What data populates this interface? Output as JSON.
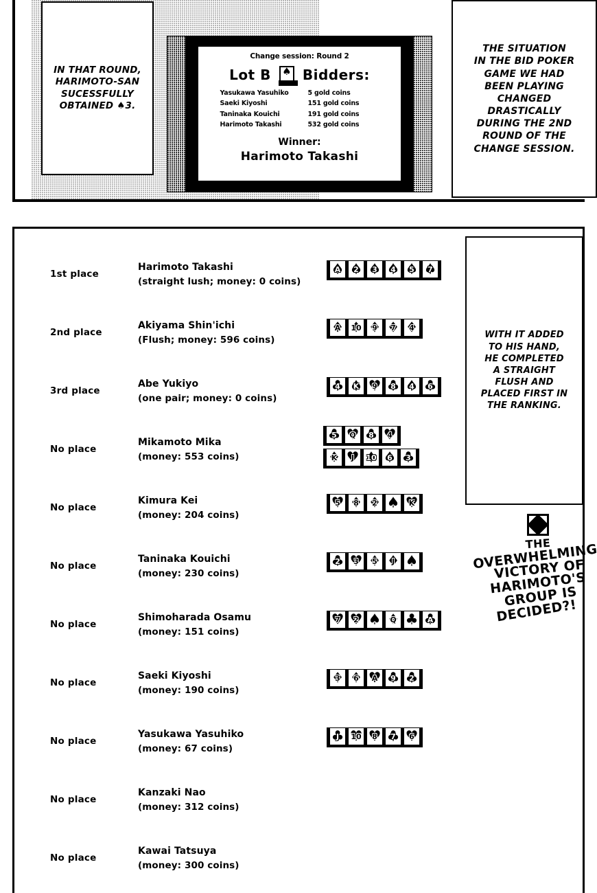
{
  "top_panel": {
    "caption_left": "IN THAT ROUND,\nHARIMOTO-SAN\nSUCESSFULLY\nOBTAINED ♠3.",
    "caption_right": "THE SITUATION\nIN THE BID POKER\nGAME WE HAD\nBEEN PLAYING\nCHANGED\nDRASTICALLY\nDURING THE 2ND\nROUND OF THE\nCHANGE SESSION.",
    "screen": {
      "header": "Change session: Round 2",
      "lot_label": "Lot B",
      "lot_card_suit": "♠",
      "bidders_label": "Bidders:",
      "bidders": [
        {
          "name": "Yasukawa Yasuhiko",
          "amount": "5 gold coins"
        },
        {
          "name": "Saeki Kiyoshi",
          "amount": "151 gold coins"
        },
        {
          "name": "Taninaka Kouichi",
          "amount": "191 gold coins"
        },
        {
          "name": "Harimoto Takashi",
          "amount": "532 gold coins"
        }
      ],
      "winner_label": "Winner:",
      "winner_name": "Harimoto Takashi"
    }
  },
  "bottom_panel": {
    "caption_right": "WITH IT ADDED\nTO HIS HAND,\nHE COMPLETED\nA STRAIGHT\nFLUSH AND\nPLACED FIRST IN\nTHE RANKING.",
    "shout": {
      "emblem": "diamond-emblem",
      "lines": [
        "THE",
        "OVERWHELMING",
        "VICTORY OF",
        "HARIMOTO'S",
        "GROUP IS",
        "DECIDED?!"
      ]
    },
    "ranking": [
      {
        "place": "1st place",
        "name": "Harimoto Takashi",
        "detail": "(straight lush; money: 0 coins)",
        "hands": [
          [
            {
              "rank": "A",
              "suit": "♠"
            },
            {
              "rank": "2",
              "suit": "♠"
            },
            {
              "rank": "3",
              "suit": "♠"
            },
            {
              "rank": "4",
              "suit": "♠"
            },
            {
              "rank": "5",
              "suit": "♠"
            },
            {
              "rank": "7",
              "suit": "♠"
            }
          ]
        ]
      },
      {
        "place": "2nd place",
        "name": "Akiyama Shin'ichi",
        "detail": "(Flush; money: 596 coins)",
        "hands": [
          [
            {
              "rank": "A",
              "suit": "♦"
            },
            {
              "rank": "10",
              "suit": "♦"
            },
            {
              "rank": "9",
              "suit": "♦"
            },
            {
              "rank": "7",
              "suit": "♦"
            },
            {
              "rank": "4",
              "suit": "♦"
            }
          ]
        ]
      },
      {
        "place": "3rd place",
        "name": "Abe Yukiyo",
        "detail": "(one pair; money: 0 coins)",
        "hands": [
          [
            {
              "rank": "4",
              "suit": "♣"
            },
            {
              "rank": "K",
              "suit": "♠"
            },
            {
              "rank": "9",
              "suit": "♥"
            },
            {
              "rank": "8",
              "suit": "♣"
            },
            {
              "rank": "4",
              "suit": "♠"
            },
            {
              "rank": "6",
              "suit": "♣"
            }
          ]
        ]
      },
      {
        "place": "No place",
        "name": "Mikamoto Mika",
        "detail": "(money: 553 coins)",
        "hands": [
          [
            {
              "rank": "5",
              "suit": "♣"
            },
            {
              "rank": "Q",
              "suit": "♥"
            },
            {
              "rank": "8",
              "suit": "♣"
            },
            {
              "rank": "4",
              "suit": "♥"
            }
          ],
          [
            {
              "rank": "K",
              "suit": "♦"
            },
            {
              "rank": "J",
              "suit": "♥"
            },
            {
              "rank": "10",
              "suit": "♠"
            },
            {
              "rank": "6",
              "suit": "♠"
            },
            {
              "rank": "3",
              "suit": "♣"
            }
          ]
        ]
      },
      {
        "place": "No place",
        "name": "Kimura Kei",
        "detail": "(money: 204 coins)",
        "hands": [
          [
            {
              "rank": "5",
              "suit": "♥"
            },
            {
              "rank": "8",
              "suit": "♦"
            },
            {
              "rank": "2",
              "suit": "♦"
            },
            {
              "rank": "",
              "suit": "♠"
            },
            {
              "rank": "K",
              "suit": "♥"
            }
          ]
        ]
      },
      {
        "place": "No place",
        "name": "Taninaka Kouichi",
        "detail": "(money: 230 coins)",
        "hands": [
          [
            {
              "rank": "2",
              "suit": "♣"
            },
            {
              "rank": "3",
              "suit": "♥"
            },
            {
              "rank": "5",
              "suit": "♦"
            },
            {
              "rank": "J",
              "suit": "♦"
            },
            {
              "rank": "",
              "suit": "♠"
            }
          ]
        ]
      },
      {
        "place": "No place",
        "name": "Shimoharada Osamu",
        "detail": "(money: 151 coins)",
        "hands": [
          [
            {
              "rank": "7",
              "suit": "♥"
            },
            {
              "rank": "2",
              "suit": "♥"
            },
            {
              "rank": "",
              "suit": "♠"
            },
            {
              "rank": "Q",
              "suit": "♦"
            },
            {
              "rank": "",
              "suit": "♣"
            },
            {
              "rank": "A",
              "suit": "♣"
            }
          ]
        ]
      },
      {
        "place": "No place",
        "name": "Saeki Kiyoshi",
        "detail": "(money: 190 coins)",
        "hands": [
          [
            {
              "rank": "3",
              "suit": "♦"
            },
            {
              "rank": "6",
              "suit": "♦"
            },
            {
              "rank": "A",
              "suit": "♥"
            },
            {
              "rank": "9",
              "suit": "♣"
            },
            {
              "rank": "2",
              "suit": "♣"
            }
          ]
        ]
      },
      {
        "place": "No place",
        "name": "Yasukawa Yasuhiko",
        "detail": "(money: 67 coins)",
        "hands": [
          [
            {
              "rank": "J",
              "suit": "♣"
            },
            {
              "rank": "10",
              "suit": "♥"
            },
            {
              "rank": "8",
              "suit": "♥"
            },
            {
              "rank": "7",
              "suit": "♣"
            },
            {
              "rank": "6",
              "suit": "♥"
            }
          ]
        ]
      },
      {
        "place": "No place",
        "name": "Kanzaki Nao",
        "detail": "(money: 312 coins)",
        "hands": []
      },
      {
        "place": "No place",
        "name": "Kawai Tatsuya",
        "detail": "(money: 300 coins)",
        "hands": []
      }
    ]
  }
}
